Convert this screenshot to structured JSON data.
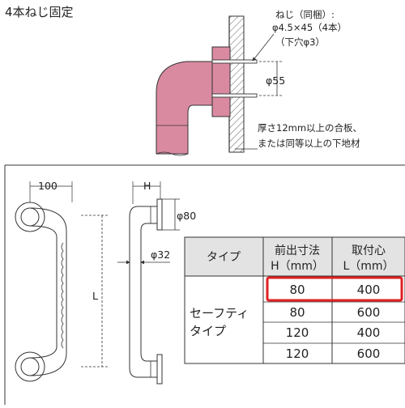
{
  "title": "4本ねじ固定",
  "screw_note": {
    "line1": "ねじ（同梱）:",
    "line2": "φ4.5×45（4本）",
    "line3": "（下穴φ3）"
  },
  "wall_note": {
    "line1": "厚さ12mm以上の合板、",
    "line2": "または同等以上の下地材"
  },
  "dims": {
    "base_pitch": "φ55",
    "width": "100",
    "projection": "H",
    "base_dia": "φ80",
    "bar_dia": "φ32",
    "length": "L"
  },
  "table": {
    "headers": {
      "type": "タイプ",
      "h_line1": "前出寸法",
      "h_line2": "H（mm）",
      "l_line1": "取付心",
      "l_line2": "L（mm）"
    },
    "type_name_line1": "セーフティ",
    "type_name_line2": "タイプ",
    "rows": [
      {
        "h": "80",
        "l": "400"
      },
      {
        "h": "80",
        "l": "600"
      },
      {
        "h": "120",
        "l": "400"
      },
      {
        "h": "120",
        "l": "600"
      }
    ],
    "highlight_row": 0
  },
  "colors": {
    "rail_pink": "#d98aa1",
    "rail_pink_dark": "#c97189",
    "header_gray": "#e3e3e3",
    "highlight_red": "#e02020",
    "line": "#333333"
  }
}
